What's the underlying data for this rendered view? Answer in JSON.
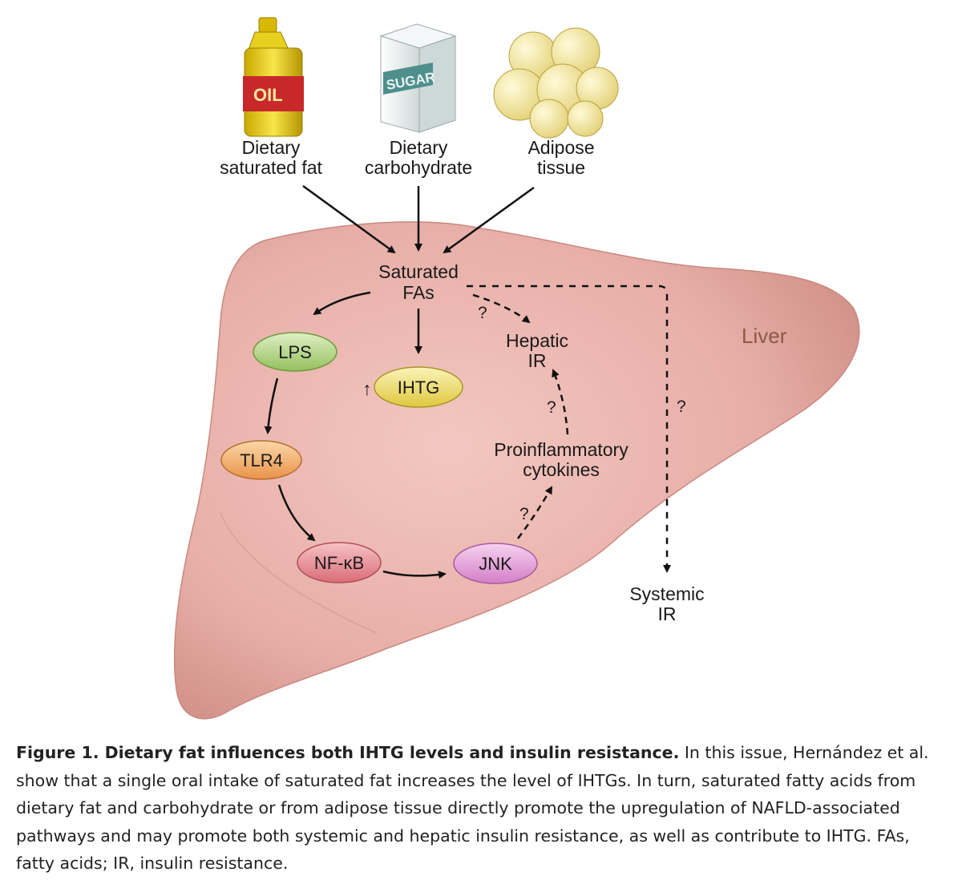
{
  "sources": [
    {
      "name": "oil",
      "label_line1": "Dietary",
      "label_line2": "saturated fat",
      "icon_text": "OIL"
    },
    {
      "name": "sugar",
      "label_line1": "Dietary",
      "label_line2": "carbohydrate",
      "icon_text": "SUGAR"
    },
    {
      "name": "adipose",
      "label_line1": "Adipose",
      "label_line2": "tissue"
    }
  ],
  "liver_label": "Liver",
  "saturated_fas": {
    "line1": "Saturated",
    "line2": "FAs"
  },
  "nodes": {
    "lps": "LPS",
    "tlr4": "TLR4",
    "nfkb": "NF-κB",
    "jnk": "JNK",
    "ihtg": "IHTG",
    "ihtg_arrow": "↑"
  },
  "hepatic_ir": {
    "line1": "Hepatic",
    "line2": "IR"
  },
  "cytokines": {
    "line1": "Proinflammatory",
    "line2": "cytokines"
  },
  "systemic_ir": {
    "line1": "Systemic",
    "line2": "IR"
  },
  "question_mark": "?",
  "colors": {
    "liver": "#eab3ac",
    "lps": "#b5d889",
    "tlr4": "#f3b070",
    "nfkb": "#e98d95",
    "jnk": "#e8a6de",
    "ihtg": "#f1e377"
  },
  "caption": {
    "title": "Figure 1. Dietary fat influences both IHTG levels and insulin resistance.",
    "body": " In this issue, Hernández et al. show that a single oral intake of saturated fat increases the level of IHTGs. In turn, saturated fatty acids from dietary fat and carbohydrate or from adipose tissue directly promote the upregulation of NAFLD-associated pathways and may promote both systemic and hepatic insulin resistance, as well as contribute to IHTG. FAs, fatty acids; IR, insulin resistance."
  }
}
